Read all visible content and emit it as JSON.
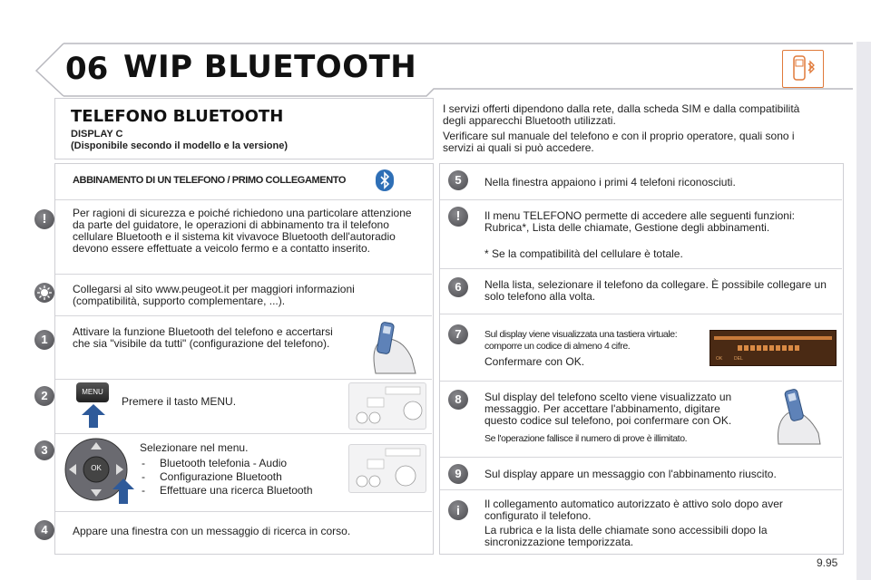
{
  "header": {
    "chapter": "06",
    "title": "WIP BLUETOOTH"
  },
  "intro": {
    "title": "TELEFONO BLUETOOTH",
    "subtitle1": "DISPLAY C",
    "subtitle2": "(Disponibile secondo il modello e la versione)",
    "right_p1": "I servizi offerti dipendono dalla rete, dalla scheda SIM e dalla compatibilità degli apparecchi Bluetooth utilizzati.",
    "right_p2": "Verificare sul manuale del telefono e con il proprio operatore, quali sono i servizi ai quali si può accedere."
  },
  "section_heading": "ABBINAMENTO DI UN TELEFONO / PRIMO COLLEGAMENTO",
  "left": {
    "warning": "Per ragioni di sicurezza e poiché richiedono una particolare attenzione da parte del guidatore, le operazioni di abbinamento tra il telefono cellulare Bluetooth e il sistema kit vivavoce Bluetooth dell'autoradio devono essere effettuate a veicolo fermo e a contatto inserito.",
    "tip": "Collegarsi al sito www.peugeot.it per maggiori informazioni (compatibilità, supporto complementare, ...).",
    "step1_num": "1",
    "step1": "Attivare la funzione Bluetooth del telefono e accertarsi che sia \"visibile da tutti\" (configurazione del telefono).",
    "step2_num": "2",
    "step2_key": "MENU",
    "step2": "Premere il tasto MENU.",
    "step3_num": "3",
    "step3_key": "OK",
    "step3": "Selezionare nel menu.",
    "step3_items": [
      "Bluetooth telefonia - Audio",
      "Configurazione Bluetooth",
      "Effettuare una ricerca Bluetooth"
    ],
    "step4_num": "4",
    "step4": "Appare una finestra con un messaggio di ricerca in corso."
  },
  "right": {
    "step5_num": "5",
    "step5": "Nella finestra appaiono i primi 4 telefoni riconosciuti.",
    "warning": "Il menu TELEFONO permette di accedere alle seguenti funzioni: Rubrica*, Lista delle chiamate, Gestione degli abbinamenti.",
    "footnote": "* Se la compatibilità del cellulare è totale.",
    "step6_num": "6",
    "step6": "Nella lista, selezionare il telefono da collegare. È possibile collegare un solo telefono alla volta.",
    "step7_num": "7",
    "step7a": "Sul display viene visualizzata una tastiera virtuale: comporre un codice di almeno 4 cifre.",
    "step7b": "Confermare con OK.",
    "step7_screen_ok": "OK",
    "step7_screen_del": "DEL",
    "step8_num": "8",
    "step8a": "Sul display del telefono scelto viene visualizzato un messaggio. Per accettare l'abbinamento, digitare questo codice sul telefono, poi confermare con OK.",
    "step8b": "Se l'operazione fallisce il numero di prove è illimitato.",
    "step9_num": "9",
    "step9": "Sul display appare un messaggio con l'abbinamento riuscito.",
    "info_p1": "Il collegamento automatico autorizzato è attivo solo dopo aver configurato il telefono.",
    "info_p2": "La rubrica e la lista delle chiamate sono accessibili dopo la sincronizzazione temporizzata."
  },
  "page_number": "9.95",
  "colors": {
    "accent": "#e07a3a",
    "bluetooth": "#2e6fb6",
    "badge": "#5a5a5e"
  }
}
